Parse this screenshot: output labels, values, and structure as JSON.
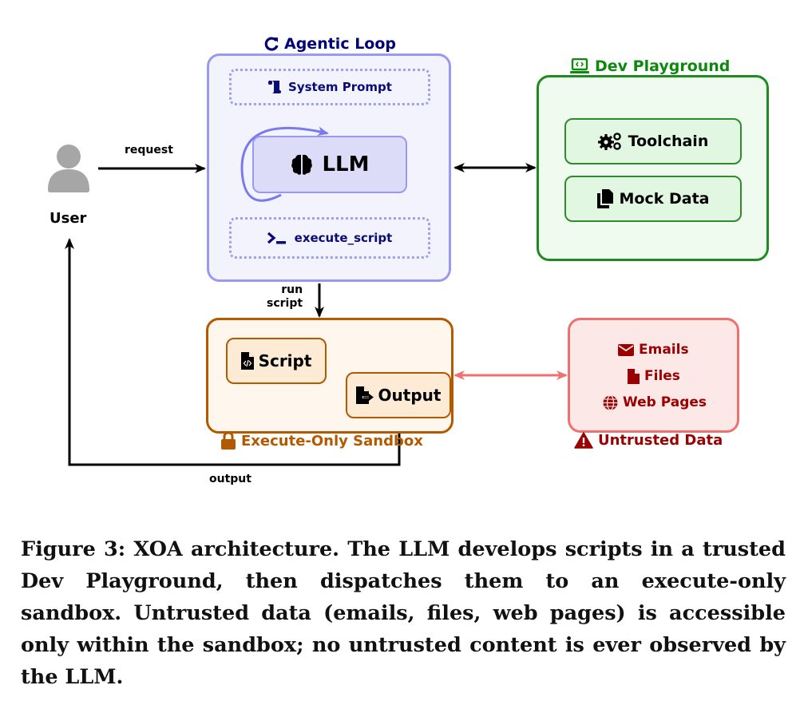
{
  "diagram": {
    "user": {
      "label": "User",
      "icon": "user-icon"
    },
    "edges": {
      "request": "request",
      "run_script": [
        "run",
        "script"
      ],
      "output": "output"
    },
    "agentic_loop": {
      "title": "Agentic Loop",
      "icon": "refresh-icon",
      "color": "#00007a",
      "system_prompt": {
        "label": "System Prompt",
        "icon": "scroll-icon"
      },
      "llm": {
        "label": "LLM",
        "icon": "brain-icon"
      },
      "execute_script": {
        "label": "execute_script",
        "icon": "terminal-icon"
      }
    },
    "dev_playground": {
      "title": "Dev Playground",
      "icon": "laptop-code-icon",
      "color": "#0c8a0c",
      "items": [
        {
          "label": "Toolchain",
          "icon": "gears-icon"
        },
        {
          "label": "Mock Data",
          "icon": "copy-icon"
        }
      ]
    },
    "sandbox": {
      "title": "Execute-Only Sandbox",
      "icon": "lock-icon",
      "color": "#b35a00",
      "script": {
        "label": "Script",
        "icon": "file-code-icon"
      },
      "output": {
        "label": "Output",
        "icon": "file-export-icon"
      }
    },
    "untrusted_data": {
      "title": "Untrusted Data",
      "icon": "warning-icon",
      "color": "#9b0000",
      "items": [
        {
          "label": "Emails",
          "icon": "envelope-icon"
        },
        {
          "label": "Files",
          "icon": "file-icon"
        },
        {
          "label": "Web Pages",
          "icon": "globe-icon"
        }
      ]
    }
  },
  "caption": "Figure 3: XOA architecture. The LLM develops scripts in a trusted Dev Playground, then dispatches them to an execute-only sandbox. Untrusted data (emails, files, web pages) is accessible only within the sandbox; no untrusted content is ever observed by the LLM."
}
